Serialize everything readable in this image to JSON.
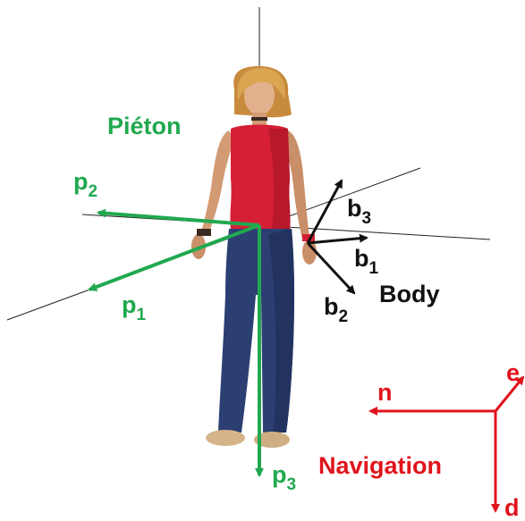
{
  "colors": {
    "green": "#21a84f",
    "black": "#111111",
    "red": "#e0141c",
    "axis_line": "#222222",
    "shirt": "#d61f35",
    "jeans": "#2b3f73",
    "skin": "#d9a27b",
    "hair": "#d8a24e"
  },
  "pedestrian": {
    "title": "Piéton",
    "p1": {
      "base": "p",
      "sub": "1"
    },
    "p2": {
      "base": "p",
      "sub": "2"
    },
    "p3": {
      "base": "p",
      "sub": "3"
    }
  },
  "body": {
    "title": "Body",
    "b1": {
      "base": "b",
      "sub": "1"
    },
    "b2": {
      "base": "b",
      "sub": "2"
    },
    "b3": {
      "base": "b",
      "sub": "3"
    }
  },
  "navigation": {
    "title": "Navigation",
    "n": "n",
    "e": "e",
    "d": "d"
  }
}
